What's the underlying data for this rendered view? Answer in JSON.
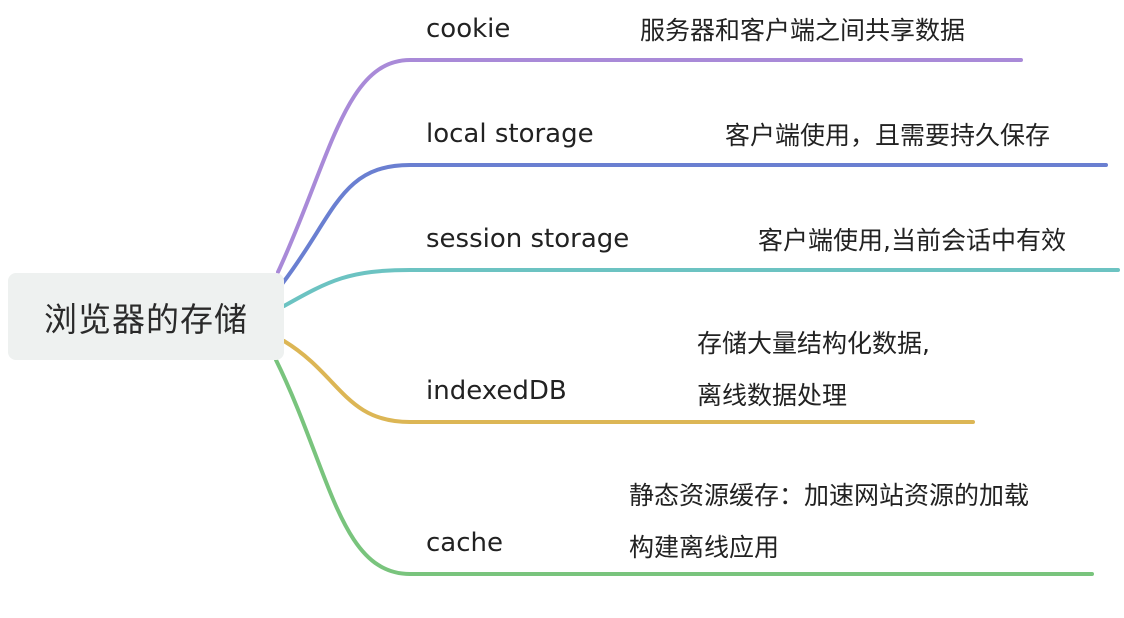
{
  "root": {
    "label": "浏览器的存储"
  },
  "branches": [
    {
      "label": "cookie",
      "description": [
        "服务器和客户端之间共享数据"
      ],
      "color": "#a98ad8"
    },
    {
      "label": "local storage",
      "description": [
        "客户端使用，且需要持久保存"
      ],
      "color": "#6a7fd1"
    },
    {
      "label": "session storage",
      "description": [
        "客户端使用,当前会话中有效"
      ],
      "color": "#6cc3c2"
    },
    {
      "label": "indexedDB",
      "description": [
        "存储大量结构化数据,",
        "离线数据处理"
      ],
      "color": "#dcb655"
    },
    {
      "label": "cache",
      "description": [
        "静态资源缓存：加速网站资源的加载",
        "构建离线应用"
      ],
      "color": "#79c47d"
    }
  ]
}
